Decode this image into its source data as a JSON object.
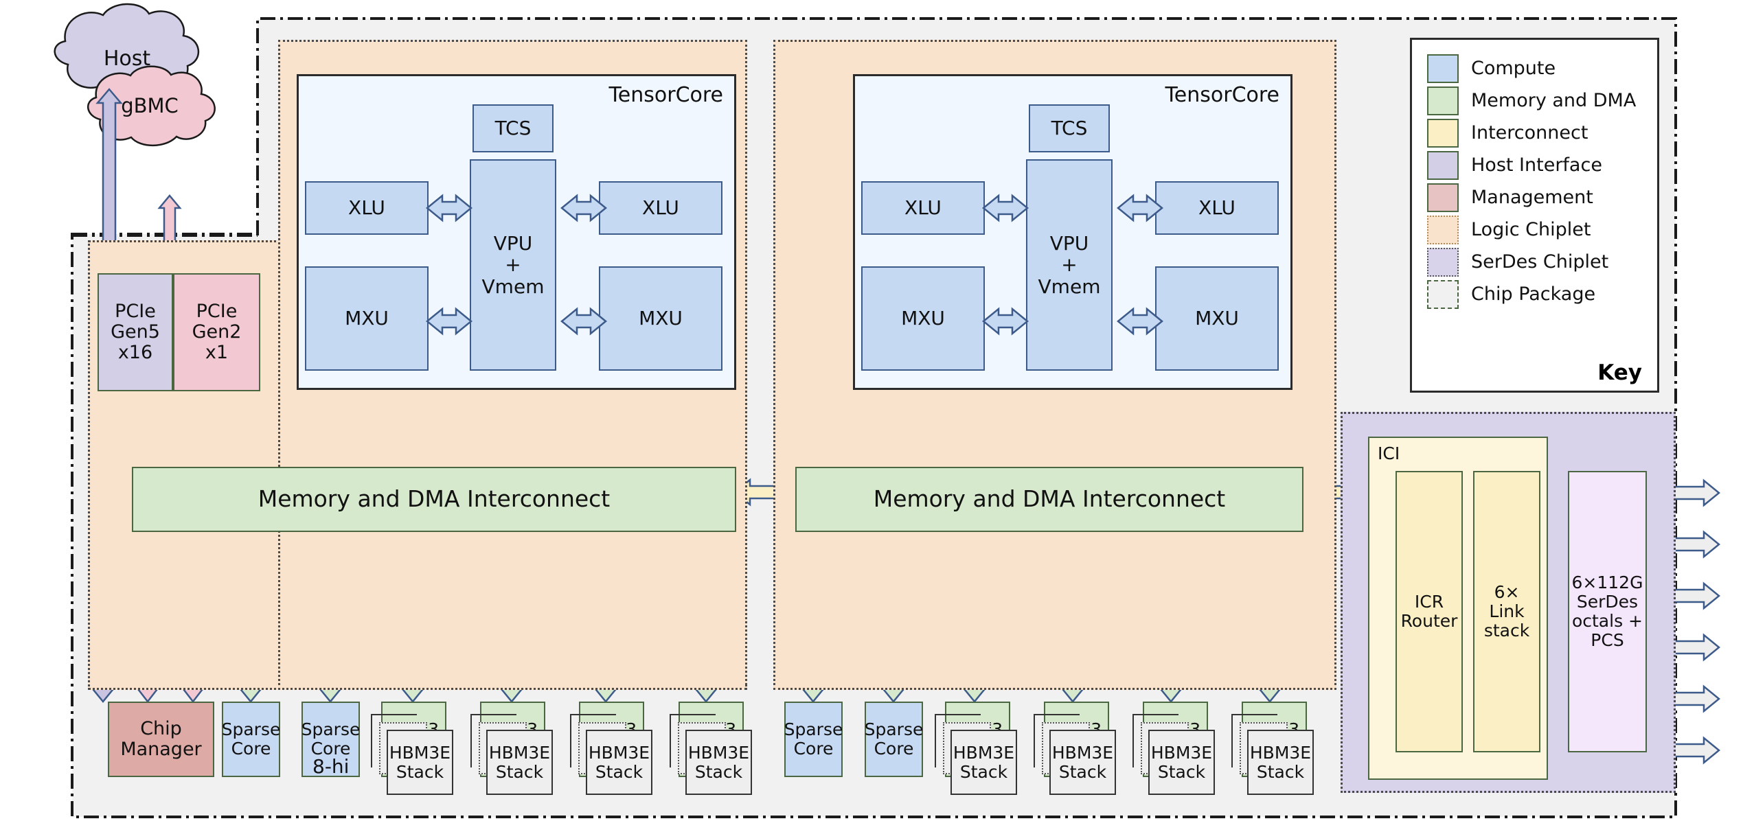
{
  "diagram": {
    "external_nodes": [
      {
        "name": "host",
        "label": "Host",
        "fill": "#d3cfe6"
      },
      {
        "name": "gbmc",
        "label": "gBMC",
        "fill": "#f2c9d3"
      }
    ],
    "annotations": {
      "hbm_stack_height": "8-hi"
    },
    "logic_chiplets": [
      {
        "name": "logic-chiplet-left",
        "tensorcore": {
          "title": "TensorCore",
          "tcs": "TCS",
          "vpu": "VPU\n+\nVmem",
          "xlu_left": "XLU",
          "xlu_right": "XLU",
          "mxu_left": "MXU",
          "mxu_right": "MXU"
        },
        "interconnect_label": "Memory and DMA Interconnect",
        "host_blocks": [
          {
            "label": "PCIe\nGen5\nx16",
            "kind": "host"
          },
          {
            "label": "PCIe\nGen2\nx1",
            "kind": "mgmt"
          }
        ],
        "bottom_blocks": [
          {
            "label": "Chip\nManager",
            "kind": "mgmt"
          },
          {
            "label": "Sparse\nCore",
            "kind": "compute"
          },
          {
            "label": "Sparse\nCore",
            "kind": "compute"
          },
          {
            "label": "HBM3\nCtrl",
            "kind": "memdma"
          },
          {
            "label": "HBM3\nCtrl",
            "kind": "memdma"
          },
          {
            "label": "HBM3\nCtrl",
            "kind": "memdma"
          },
          {
            "label": "HBM3\nCtrl",
            "kind": "memdma"
          }
        ],
        "hbm_stacks": [
          "HBM3E\nStack",
          "HBM3E\nStack",
          "HBM3E\nStack",
          "HBM3E\nStack"
        ]
      },
      {
        "name": "logic-chiplet-right",
        "tensorcore": {
          "title": "TensorCore",
          "tcs": "TCS",
          "vpu": "VPU\n+\nVmem",
          "xlu_left": "XLU",
          "xlu_right": "XLU",
          "mxu_left": "MXU",
          "mxu_right": "MXU"
        },
        "interconnect_label": "Memory and DMA Interconnect",
        "host_blocks": [],
        "bottom_blocks": [
          {
            "label": "Sparse\nCore",
            "kind": "compute"
          },
          {
            "label": "Sparse\nCore",
            "kind": "compute"
          },
          {
            "label": "HBM3\nCtrl",
            "kind": "memdma"
          },
          {
            "label": "HBM3\nCtrl",
            "kind": "memdma"
          },
          {
            "label": "HBM3\nCtrl",
            "kind": "memdma"
          },
          {
            "label": "HBM3\nCtrl",
            "kind": "memdma"
          }
        ],
        "hbm_stacks": [
          "HBM3E\nStack",
          "HBM3E\nStack",
          "HBM3E\nStack",
          "HBM3E\nStack"
        ]
      }
    ],
    "serdes_chiplet": {
      "ici_label": "ICI",
      "icr_router": "ICR\nRouter",
      "link_stack": "6×\nLink\nstack",
      "serdes": "6×112G\nSerDes\noctals +\nPCS",
      "link_count": 6
    },
    "key": {
      "title": "Key",
      "items": [
        {
          "label": "Compute",
          "fill": "#c6d9f2",
          "border": "#4a6741",
          "style": "solid"
        },
        {
          "label": "Memory and DMA",
          "fill": "#d6e9cd",
          "border": "#4a6741",
          "style": "solid"
        },
        {
          "label": "Interconnect",
          "fill": "#fbf0c5",
          "border": "#4a6741",
          "style": "solid"
        },
        {
          "label": "Host Interface",
          "fill": "#d3cfe6",
          "border": "#4a6741",
          "style": "solid"
        },
        {
          "label": "Management",
          "fill": "#e8c3c4",
          "border": "#4a6741",
          "style": "solid"
        },
        {
          "label": "Logic Chiplet",
          "fill": "#fae3cd",
          "border": "#b08c5a",
          "style": "dotted"
        },
        {
          "label": "SerDes Chiplet",
          "fill": "#d8d3ea",
          "border": "#555555",
          "style": "dotted"
        },
        {
          "label": "Chip Package",
          "fill": "#f1f1f1",
          "border": "#4a6741",
          "style": "dashed"
        }
      ]
    }
  }
}
